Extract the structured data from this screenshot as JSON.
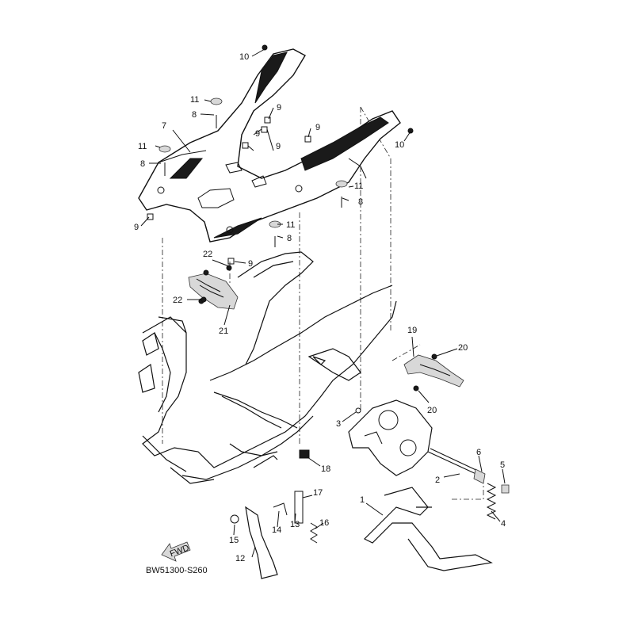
{
  "diagram": {
    "code": "BW51300-S260",
    "fwd_text": "FWD",
    "callouts": {
      "c10a": "10",
      "c10b": "10",
      "c11a": "11",
      "c11b": "11",
      "c11c": "11",
      "c11d": "11",
      "c8a": "8",
      "c8b": "8",
      "c8c": "8",
      "c8d": "8",
      "c7": "7",
      "c9a": "9",
      "c9b": "9",
      "c9c": "9",
      "c9d": "9",
      "c9e": "9",
      "c9f": "9",
      "c22a": "22",
      "c22b": "22",
      "c21": "21",
      "c19": "19",
      "c20a": "20",
      "c20b": "20",
      "c3": "3",
      "c18": "18",
      "c6": "6",
      "c5": "5",
      "c2": "2",
      "c17": "17",
      "c1": "1",
      "c4": "4",
      "c16": "16",
      "c14": "14",
      "c13": "13",
      "c15": "15",
      "c12": "12"
    }
  }
}
